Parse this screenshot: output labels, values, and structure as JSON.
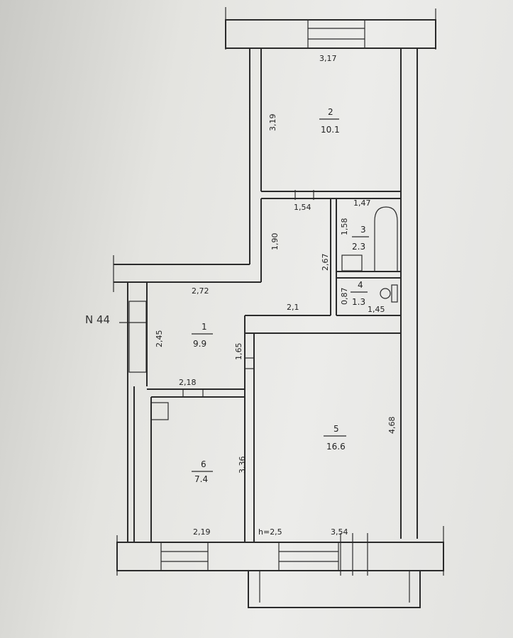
{
  "plan": {
    "label_n44": "N 44",
    "ceiling_height": "h=2,5",
    "rooms": [
      {
        "number": "1",
        "area": "9.9"
      },
      {
        "number": "2",
        "area": "10.1"
      },
      {
        "number": "3",
        "area": "2.3"
      },
      {
        "number": "4",
        "area": "1.3"
      },
      {
        "number": "5",
        "area": "16.6"
      },
      {
        "number": "6",
        "area": "7.4"
      }
    ],
    "dimensions": {
      "d_317": "3,17",
      "d_319": "3,19",
      "d_154": "1,54",
      "d_147": "1,47",
      "d_158": "1,58",
      "d_190": "1,90",
      "d_267": "2,67",
      "d_272": "2,72",
      "d_087": "0,87",
      "d_145": "1,45",
      "d_21": "2,1",
      "d_245": "2,45",
      "d_165": "1,65",
      "d_218": "2,18",
      "d_468": "4,68",
      "d_336": "3,36",
      "d_219": "2,19",
      "d_354": "3,54"
    }
  }
}
